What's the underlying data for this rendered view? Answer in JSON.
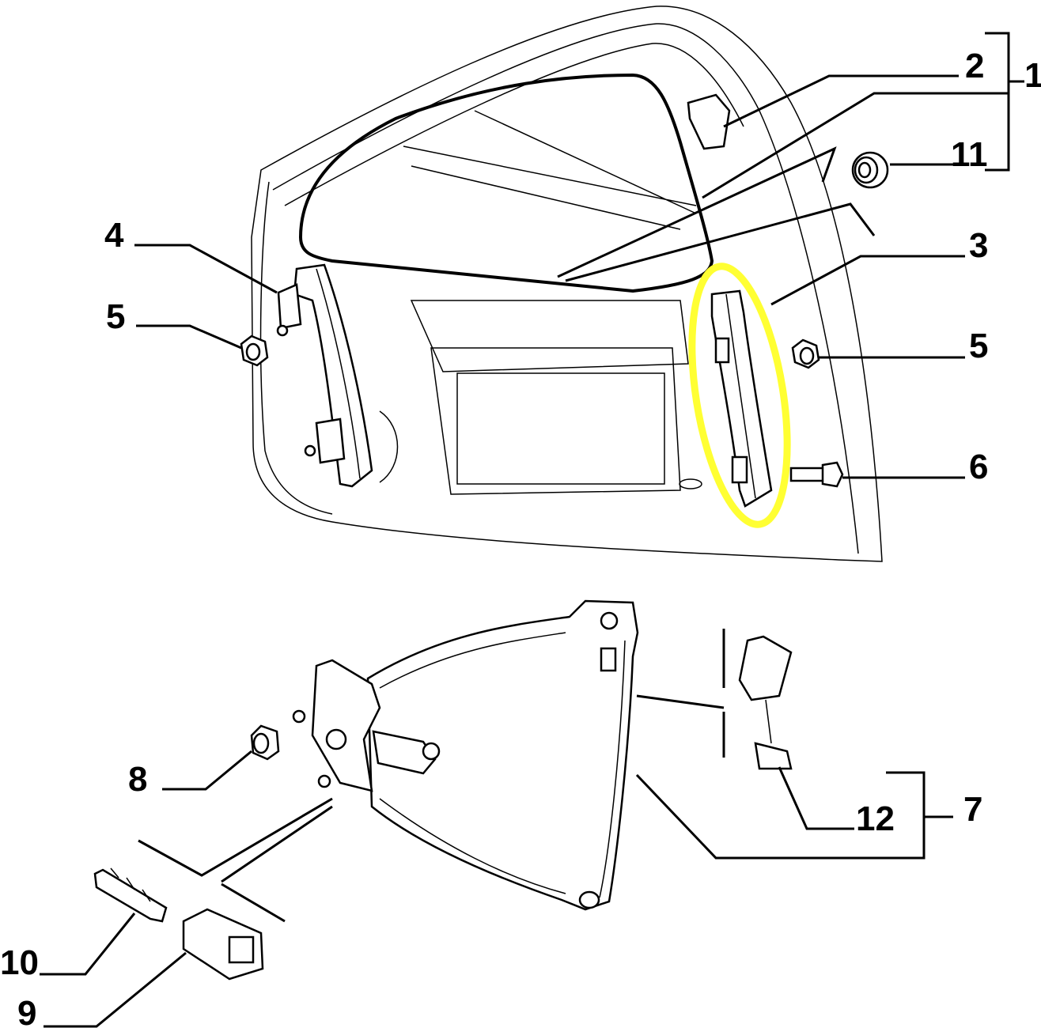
{
  "diagram": {
    "title": "Door window regulator exploded parts diagram",
    "highlight_color": "#FFFF33",
    "highlighted_part": "3",
    "labels": {
      "p1": "1",
      "p2": "2",
      "p11": "11",
      "p3": "3",
      "p4": "4",
      "p5_left": "5",
      "p5_right": "5",
      "p6": "6",
      "p7": "7",
      "p8": "8",
      "p9": "9",
      "p10": "10",
      "p12": "12"
    }
  }
}
